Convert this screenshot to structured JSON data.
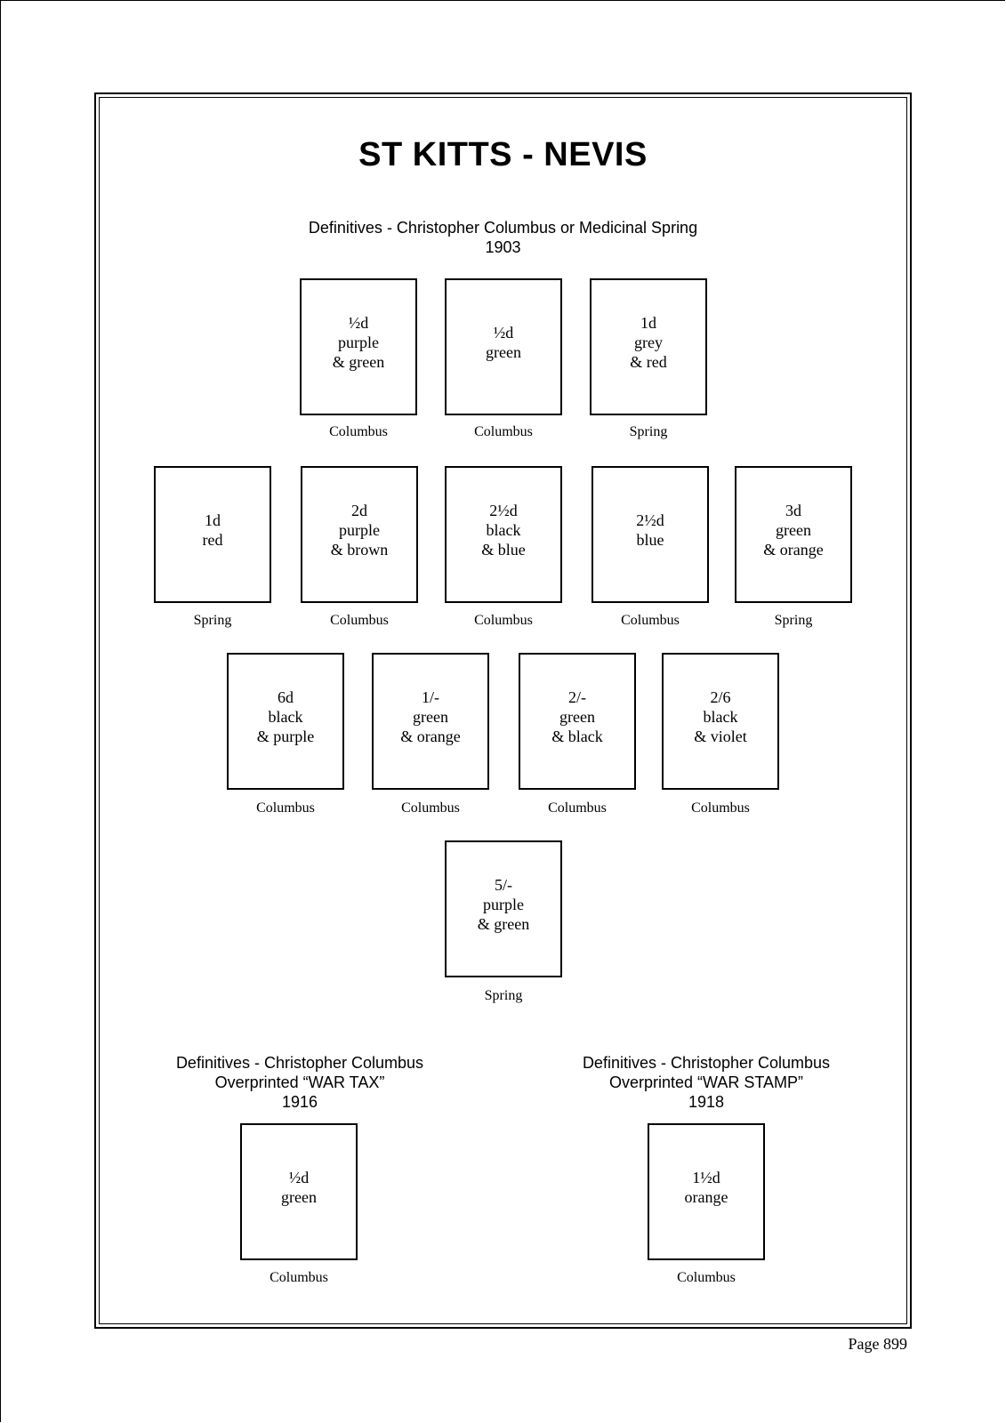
{
  "title": "ST KITTS - NEVIS",
  "page": "Page  899",
  "sections": [
    {
      "heading": [
        "Definitives - Christopher Columbus or Medicinal Spring",
        "1903"
      ],
      "stamps": [
        {
          "lines": [
            "½d",
            "purple",
            "& green"
          ],
          "caption": "Columbus"
        },
        {
          "lines": [
            "½d",
            "green"
          ],
          "caption": "Columbus"
        },
        {
          "lines": [
            "1d",
            "grey",
            "& red"
          ],
          "caption": "Spring"
        },
        {
          "lines": [
            "1d",
            "red"
          ],
          "caption": "Spring"
        },
        {
          "lines": [
            "2d",
            "purple",
            "& brown"
          ],
          "caption": "Columbus"
        },
        {
          "lines": [
            "2½d",
            "black",
            "& blue"
          ],
          "caption": "Columbus"
        },
        {
          "lines": [
            "2½d",
            "blue"
          ],
          "caption": "Columbus"
        },
        {
          "lines": [
            "3d",
            "green",
            "& orange"
          ],
          "caption": "Spring"
        },
        {
          "lines": [
            "6d",
            "black",
            "& purple"
          ],
          "caption": "Columbus"
        },
        {
          "lines": [
            "1/-",
            "green",
            "& orange"
          ],
          "caption": "Columbus"
        },
        {
          "lines": [
            "2/-",
            "green",
            "& black"
          ],
          "caption": "Columbus"
        },
        {
          "lines": [
            "2/6",
            "black",
            "& violet"
          ],
          "caption": "Columbus"
        },
        {
          "lines": [
            "5/-",
            "purple",
            "& green"
          ],
          "caption": "Spring"
        }
      ]
    },
    {
      "heading": [
        "Definitives - Christopher Columbus",
        "Overprinted “WAR TAX”",
        "1916"
      ],
      "stamps": [
        {
          "lines": [
            "½d",
            "green"
          ],
          "caption": "Columbus"
        }
      ]
    },
    {
      "heading": [
        "Definitives - Christopher Columbus",
        "Overprinted “WAR STAMP”",
        "1918"
      ],
      "stamps": [
        {
          "lines": [
            "1½d",
            "orange"
          ],
          "caption": "Columbus"
        }
      ]
    }
  ]
}
